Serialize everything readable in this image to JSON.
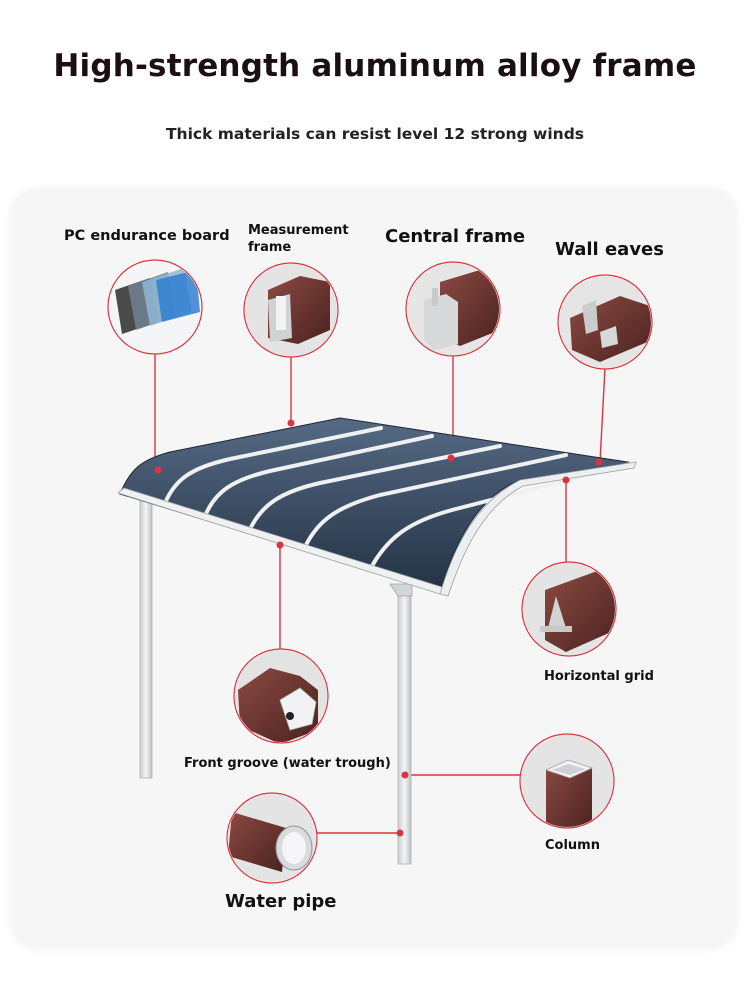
{
  "header": {
    "title": "High-strength aluminum alloy frame",
    "subtitle": "Thick materials can resist level 12 strong winds"
  },
  "labels": {
    "pc_board": "PC endurance board",
    "measurement_frame": "Measurement frame",
    "central_frame": "Central frame",
    "wall_eaves": "Wall eaves",
    "horizontal_grid": "Horizontal grid",
    "front_groove": "Front groove (water trough)",
    "column": "Column",
    "water_pipe": "Water pipe"
  },
  "colors": {
    "accent_line": "#d9343f",
    "panel_glass": "#2e3d50",
    "frame_metal": "#e4e6e8",
    "profile_brown": "#6e3a34"
  }
}
